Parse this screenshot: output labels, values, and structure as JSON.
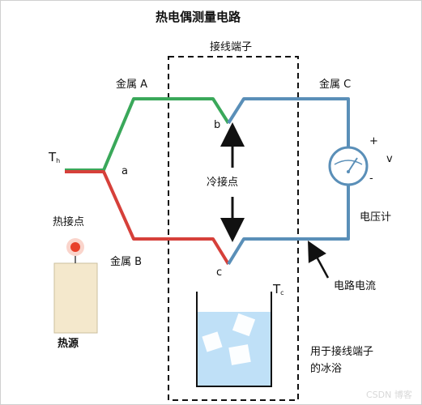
{
  "title": "热电偶测量电路",
  "terminal_label": "接线端子",
  "metal_a": "金属 A",
  "metal_b": "金属 B",
  "metal_c": "金属 C",
  "junction_b": "b",
  "junction_c": "c",
  "junction_a": "a",
  "th_main": "T",
  "th_sub": "h",
  "tc_main": "T",
  "tc_sub": "c",
  "cold_junction": "冷接点",
  "hot_junction": "热接点",
  "heat_source": "热源",
  "plus": "+",
  "minus": "-",
  "v_label": "v",
  "voltmeter": "电压计",
  "circuit_current": "电路电流",
  "ice_bath_line1": "用于接线端子",
  "ice_bath_line2": "的冰浴",
  "watermark": "CSDN 博客",
  "colors": {
    "metal_a": "#3aa85a",
    "metal_b": "#d6403a",
    "metal_c": "#5a8fb8",
    "ice_bath": "#bfe0f7",
    "candle": "#f4e8cc",
    "flame": "#e8402a"
  }
}
